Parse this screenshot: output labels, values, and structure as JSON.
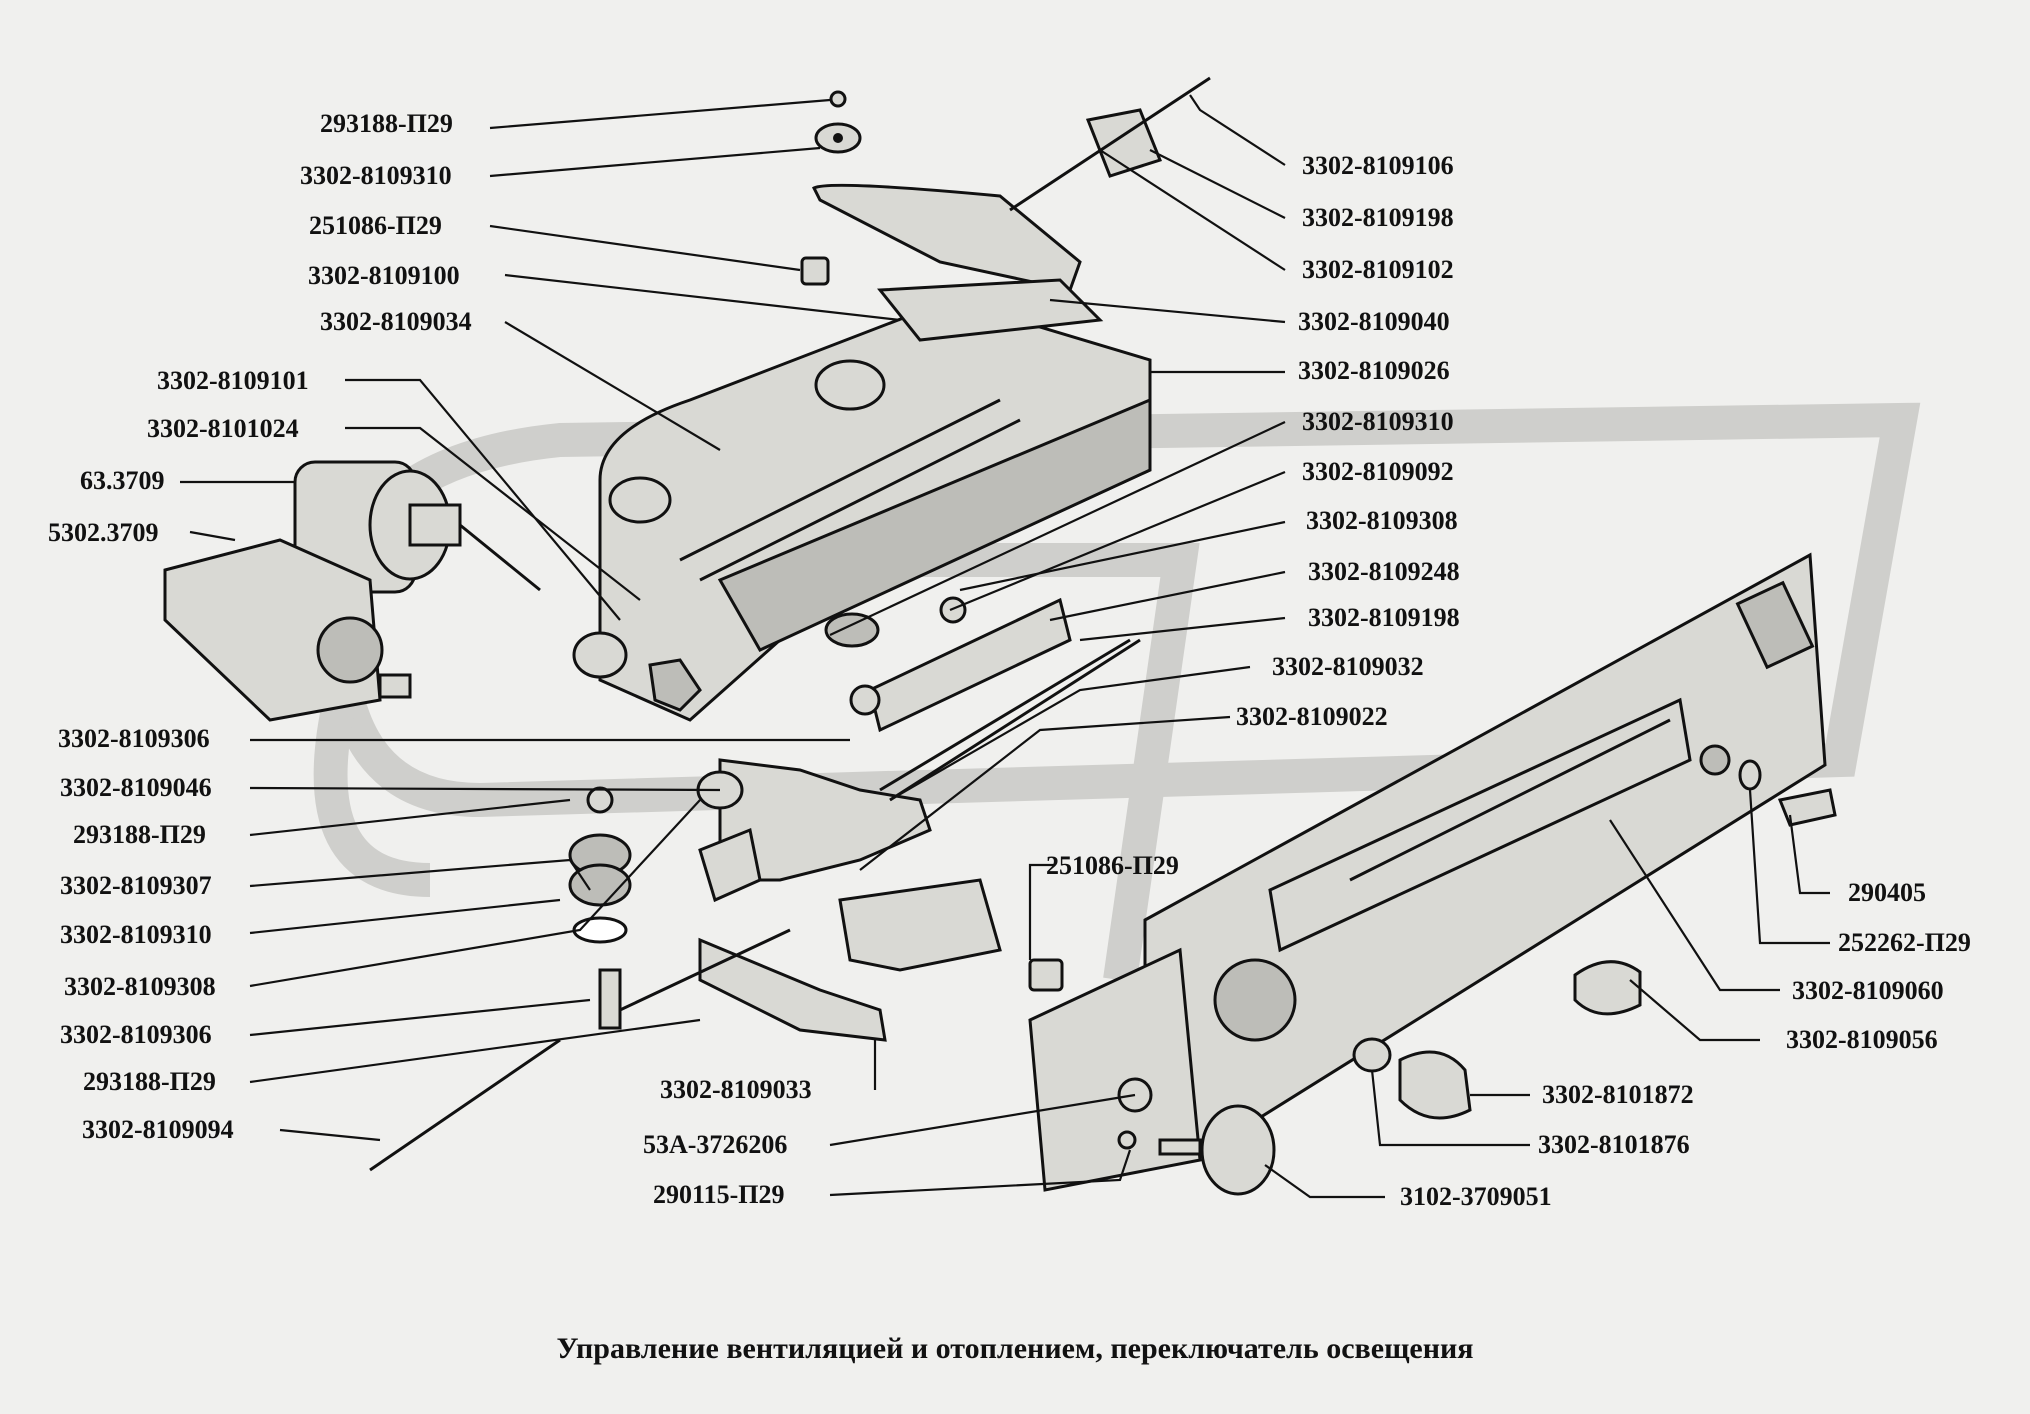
{
  "caption": "Управление вентиляцией и отоплением, переключатель освещения",
  "labels_left": [
    "293188-П29",
    "3302-8109310",
    "251086-П29",
    "3302-8109100",
    "3302-8109034",
    "3302-8109101",
    "3302-8101024",
    "63.3709",
    "5302.3709",
    "3302-8109306",
    "3302-8109046",
    "293188-П29",
    "3302-8109307",
    "3302-8109310",
    "3302-8109308",
    "3302-8109306",
    "293188-П29",
    "3302-8109094"
  ],
  "labels_right": [
    "3302-8109106",
    "3302-8109198",
    "3302-8109102",
    "3302-8109040",
    "3302-8109026",
    "3302-8109310",
    "3302-8109092",
    "3302-8109308",
    "3302-8109248",
    "3302-8109198",
    "3302-8109032",
    "3302-8109022"
  ],
  "labels_middle": [
    "251086-П29",
    "3302-8109033",
    "53А-3726206",
    "290115-П29"
  ],
  "labels_bottom_right": [
    "290405",
    "252262-П29",
    "3302-8109060",
    "3302-8109056",
    "3302-8101872",
    "3302-8101876",
    "3102-3709051"
  ]
}
